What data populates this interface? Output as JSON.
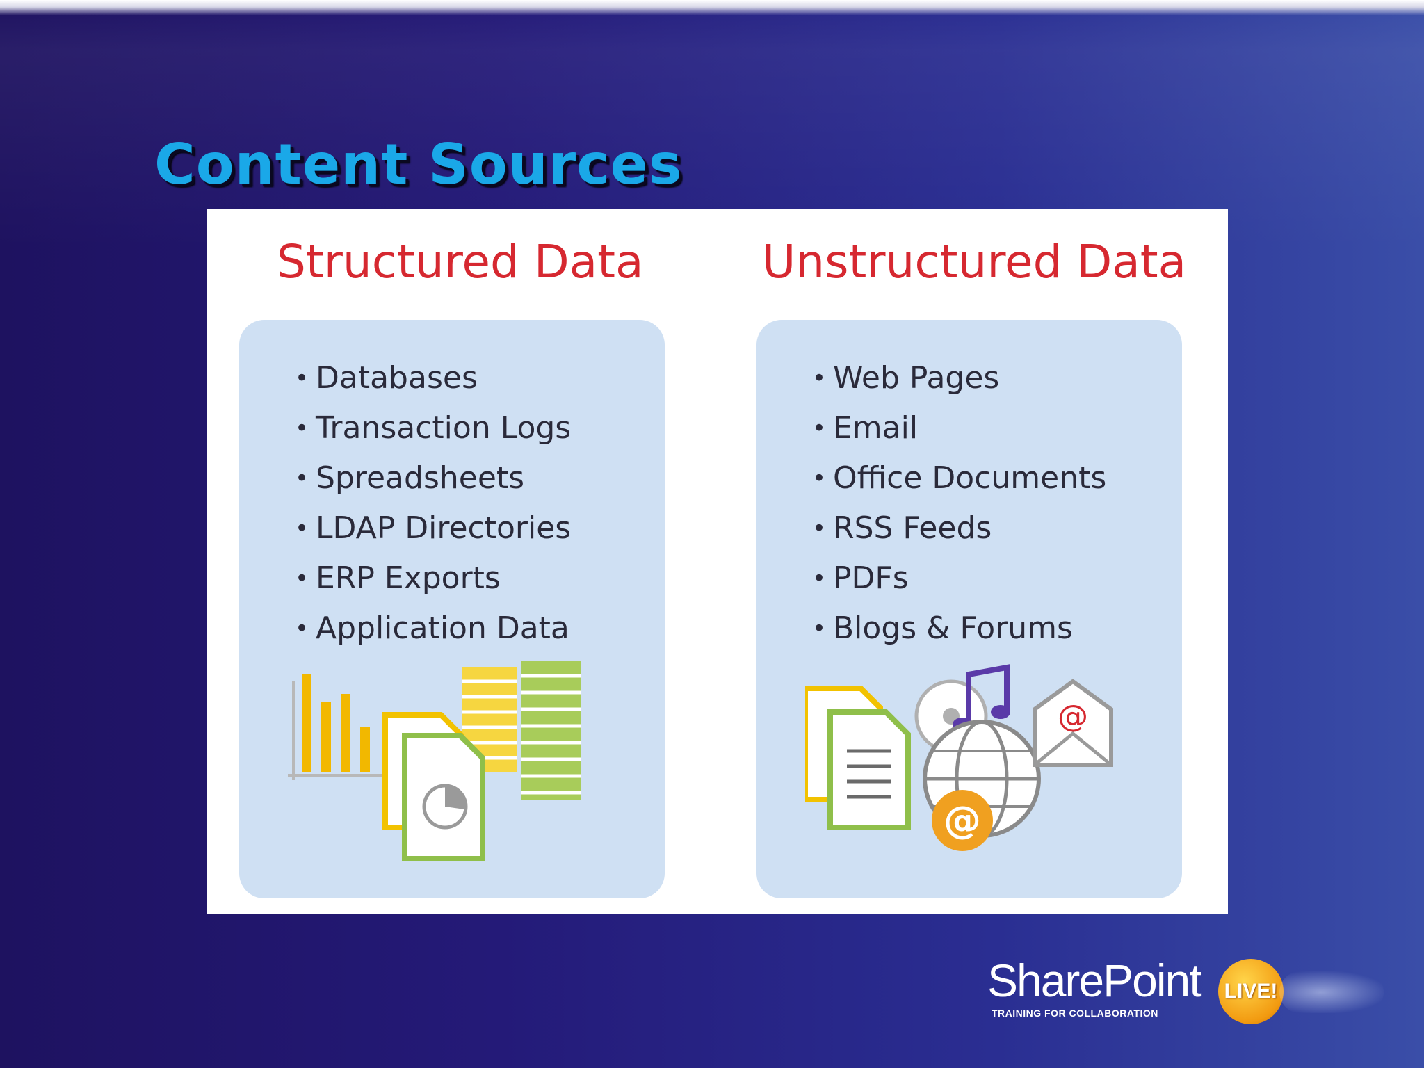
{
  "slide": {
    "title": "Content Sources",
    "columns": [
      {
        "heading": "Structured Data",
        "items": [
          "Databases",
          "Transaction Logs",
          "Spreadsheets",
          "LDAP Directories",
          "ERP Exports",
          "Application Data"
        ],
        "illustration": "chart-documents-stacks-illustration"
      },
      {
        "heading": "Unstructured Data",
        "items": [
          "Web Pages",
          "Email",
          "Office Documents",
          "RSS Feeds",
          "PDFs",
          "Blogs & Forums"
        ],
        "illustration": "documents-globe-email-music-illustration"
      }
    ]
  },
  "logo": {
    "wordmark": "SharePoint",
    "badge": "LIVE!",
    "tagline": "TRAINING FOR COLLABORATION"
  },
  "colors": {
    "background": "#241a78",
    "title": "#1aa8e8",
    "heading": "#d62830",
    "card": "#cfe0f3"
  }
}
